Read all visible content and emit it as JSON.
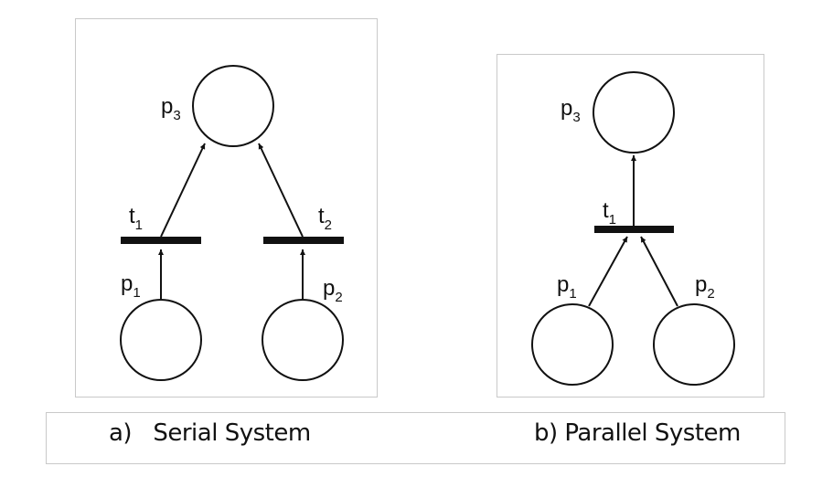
{
  "serial": {
    "caption": "a)   Serial System",
    "places": [
      {
        "id": "p1",
        "letter": "p",
        "index": "1"
      },
      {
        "id": "p2",
        "letter": "p",
        "index": "2"
      },
      {
        "id": "p3",
        "letter": "p",
        "index": "3"
      }
    ],
    "transitions": [
      {
        "id": "t1",
        "letter": "t",
        "index": "1"
      },
      {
        "id": "t2",
        "letter": "t",
        "index": "2"
      }
    ]
  },
  "parallel": {
    "caption": "b) Parallel System",
    "places": [
      {
        "id": "p1",
        "letter": "p",
        "index": "1"
      },
      {
        "id": "p2",
        "letter": "p",
        "index": "2"
      },
      {
        "id": "p3",
        "letter": "p",
        "index": "3"
      }
    ],
    "transitions": [
      {
        "id": "t1",
        "letter": "t",
        "index": "1"
      }
    ]
  }
}
